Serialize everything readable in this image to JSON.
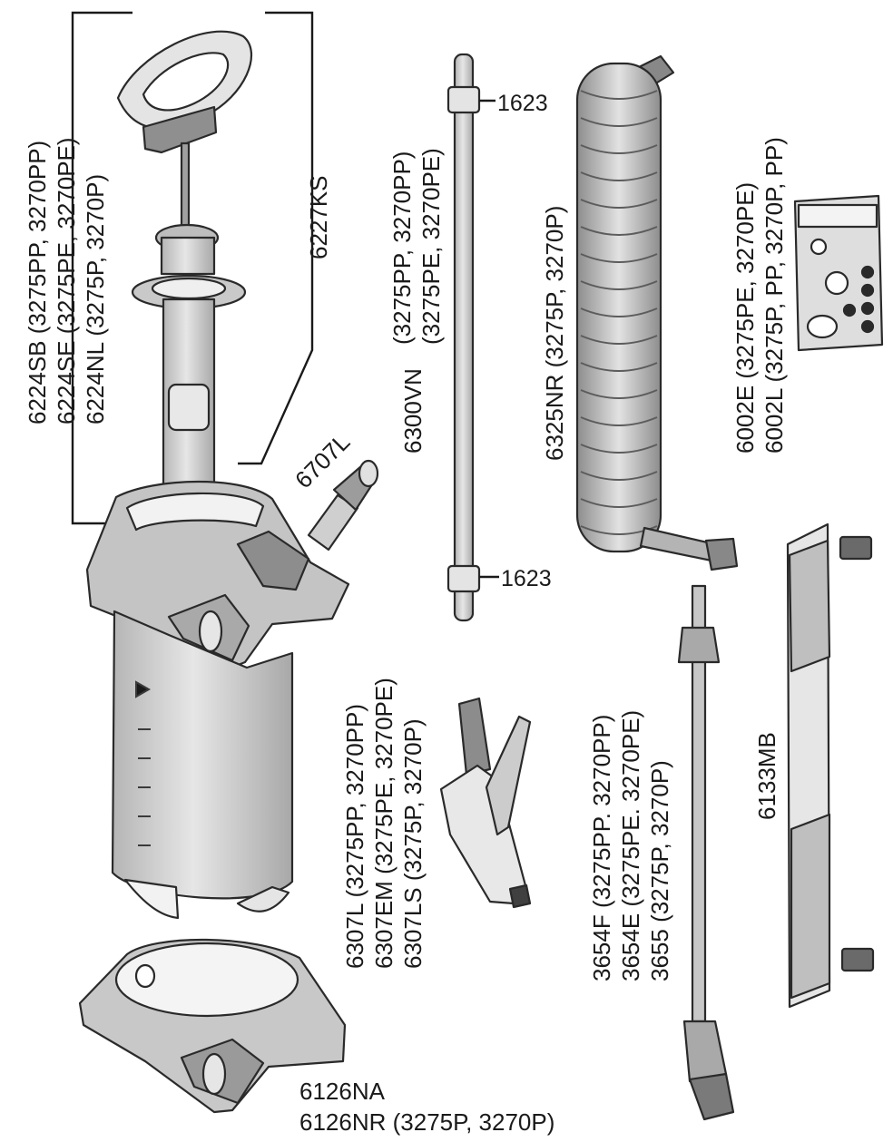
{
  "labels": {
    "pump_kit_line1": "6224SB (3275PP, 3270PP)",
    "pump_kit_line2": "6224SE (3275PE, 3270PE)",
    "pump_kit_line3": "6224NL (3275P, 3270P)",
    "pump_ks": "6227KS",
    "valve": "6707L",
    "hose_vn": "6300VN",
    "hose_vn_line1": "(3275PP, 3270PP)",
    "hose_vn_line2": "(3275PE, 3270PE)",
    "fitting_top": "1623",
    "fitting_bottom": "1623",
    "coil_hose": "6325NR (3275P, 3270P)",
    "seal_kit_line1": "6002E (3275PE, 3270PE)",
    "seal_kit_line2": "6002L (3275P, PP, 3270P, PP)",
    "handle_line1": "6307L (3275PP, 3270PP)",
    "handle_line2": "6307EM (3275PE, 3270PE)",
    "handle_line3": "6307LS (3275P, 3270P)",
    "lance_line1": "3654F (3275PP. 3270PP)",
    "lance_line2": "3654E (3275PE. 3270PE)",
    "lance_line3": "3655 (3275P, 3270P)",
    "strap": "6133MB",
    "base_line1": "6126NA",
    "base_line2": "6126NR (3275P, 3270P)"
  },
  "colors": {
    "part_fill": "#d8d8d8",
    "part_dark": "#9a9a9a",
    "part_light": "#ececec",
    "ink": "#1a1a1a"
  }
}
